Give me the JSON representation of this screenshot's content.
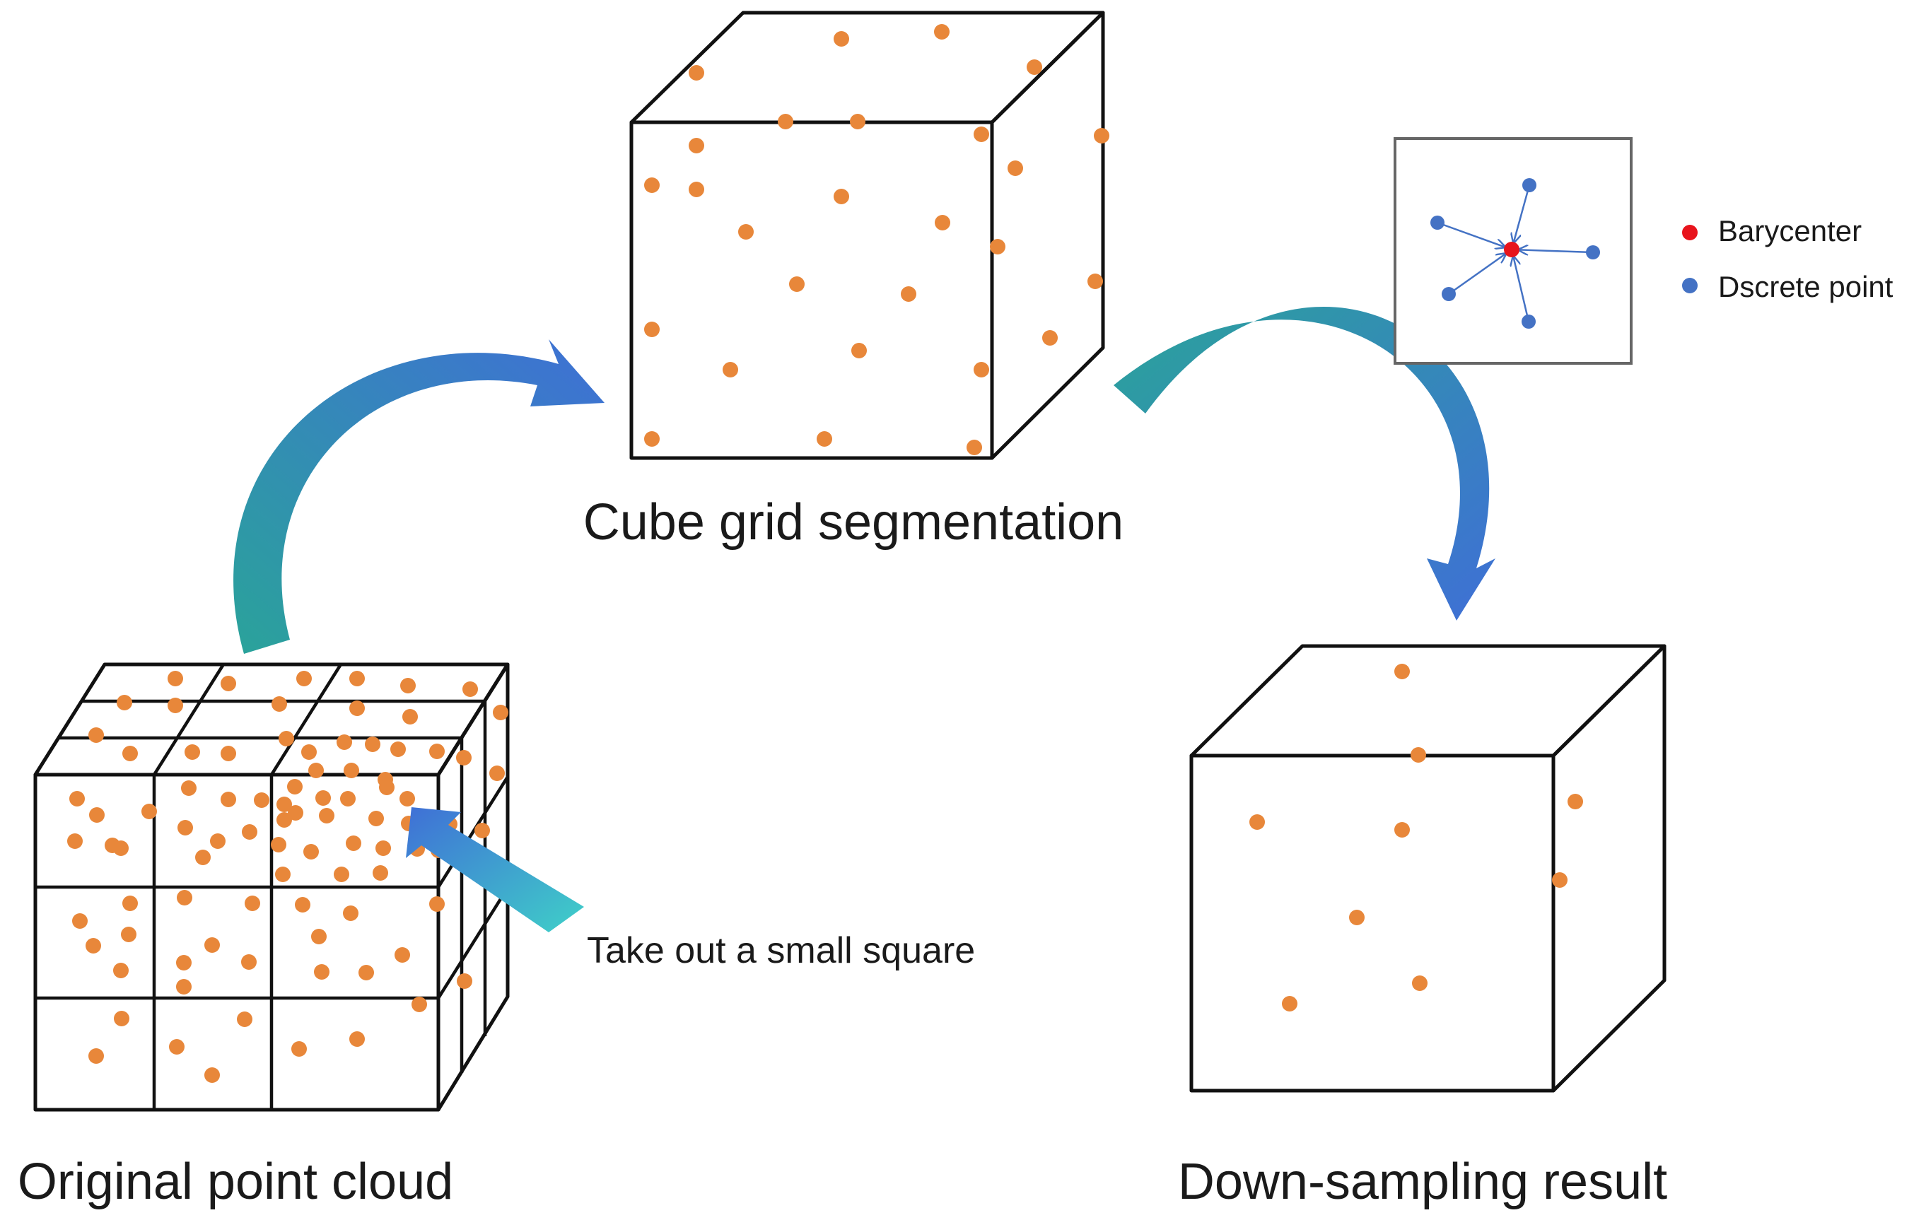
{
  "labels": {
    "cube_grid": "Cube grid segmentation",
    "original": "Original point cloud",
    "downsampled": "Down-sampling result",
    "take_out": "Take out a small square"
  },
  "legend": {
    "barycenter": "Barycenter",
    "discrete": "Dscrete point"
  },
  "colors": {
    "point": "#e8873a",
    "barycenter": "#e8141c",
    "discrete": "#4472c4",
    "arrow_start": "#2aa39a",
    "arrow_end": "#3f6fd6"
  }
}
